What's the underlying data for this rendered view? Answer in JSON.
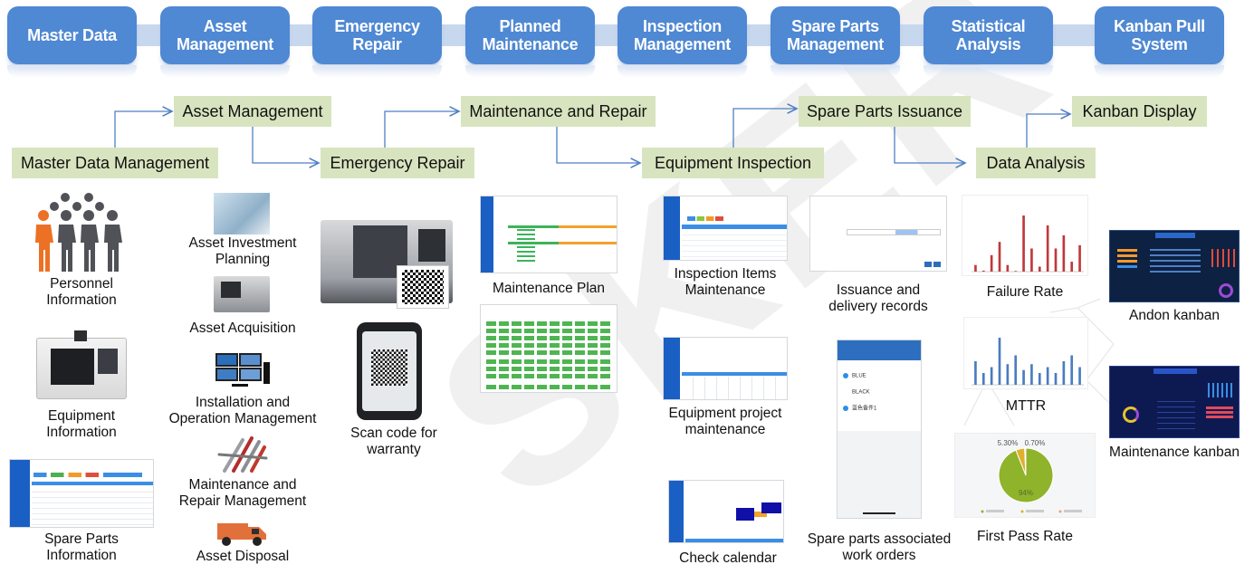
{
  "stages": [
    {
      "label": "Master Data"
    },
    {
      "label": "Asset Management"
    },
    {
      "label": "Emergency Repair"
    },
    {
      "label": "Planned Maintenance"
    },
    {
      "label": "Inspection Management"
    },
    {
      "label": "Spare Parts Management"
    },
    {
      "label": "Statistical Analysis"
    },
    {
      "label": "Kanban Pull System"
    }
  ],
  "flow": {
    "master_data_management": "Master Data Management",
    "asset_management": "Asset Management",
    "emergency_repair": "Emergency Repair",
    "maintenance_and_repair": "Maintenance and Repair",
    "equipment_inspection": "Equipment Inspection",
    "spare_parts_issuance": "Spare Parts Issuance",
    "data_analysis": "Data Analysis",
    "kanban_display": "Kanban Display"
  },
  "items": {
    "personnel_information": "Personnel Information",
    "equipment_information": "Equipment Information",
    "spare_parts_information": "Spare Parts Information",
    "asset_investment_planning": "Asset Investment Planning",
    "asset_acquisition": "Asset Acquisition",
    "installation_operation": "Installation and Operation Management",
    "maintenance_repair_management": "Maintenance and Repair Management",
    "asset_disposal": "Asset Disposal",
    "scan_code_warranty": "Scan code for warranty",
    "maintenance_plan": "Maintenance Plan",
    "inspection_items_maintenance": "Inspection Items Maintenance",
    "equipment_project_maintenance": "Equipment project maintenance",
    "check_calendar": "Check calendar",
    "issuance_delivery_records": "Issuance and delivery records",
    "spare_parts_work_orders": "Spare parts associated work orders",
    "failure_rate": "Failure Rate",
    "mttr": "MTTR",
    "first_pass_rate": "First Pass Rate",
    "andon_kanban": "Andon kanban",
    "maintenance_kanban": "Maintenance kanban"
  },
  "phone_list": {
    "items": [
      "BLUE",
      "BLACK",
      "蓝色备件1"
    ]
  },
  "pie": {
    "labels": [
      "5.30%",
      "0.70%",
      "94%"
    ],
    "values": [
      5.3,
      0.7,
      94
    ],
    "colors": [
      "#e0b02a",
      "#f3d9a0",
      "#8fb32b"
    ]
  },
  "failure_bars": [
    2,
    0.3,
    5,
    9,
    2,
    0.2,
    17,
    7,
    1.5,
    14,
    7,
    11,
    3,
    8
  ],
  "mttr_bars": [
    4,
    2,
    3,
    8,
    3.5,
    5,
    2.5,
    3.5,
    2,
    3,
    2,
    4,
    5,
    3
  ],
  "watermark": "SKER"
}
